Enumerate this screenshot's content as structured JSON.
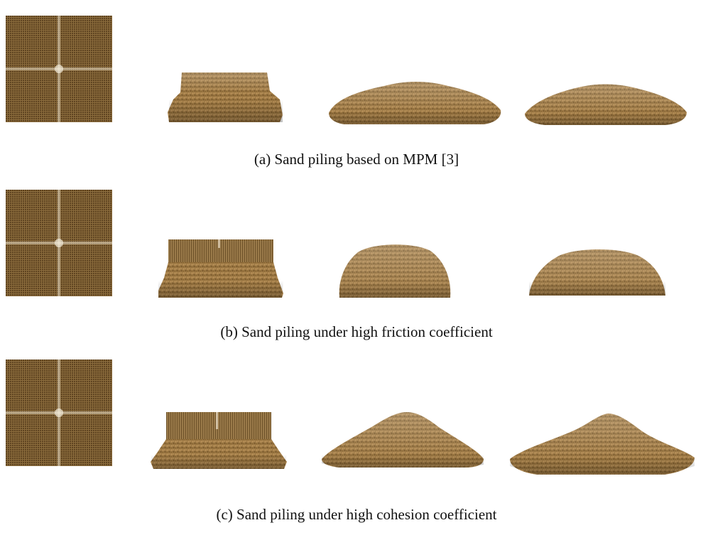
{
  "figure": {
    "rows": [
      {
        "id": "a",
        "caption": "(a) Sand piling based on MPM [3]",
        "panels": [
          "top-view",
          "slab-rough",
          "mound-wide",
          "mound-wide-spread"
        ]
      },
      {
        "id": "b",
        "caption": "(b) Sand piling under high friction coefficient",
        "panels": [
          "top-view",
          "block-collapsing",
          "dome-high",
          "dome-low"
        ]
      },
      {
        "id": "c",
        "caption": "(c) Sand piling under high cohesion coefficient",
        "panels": [
          "top-view",
          "block-spreading",
          "cone-medium",
          "cone-wide"
        ]
      }
    ],
    "colors": {
      "sand_light": "#b08a52",
      "sand_mid": "#8f6b38",
      "sand_dark": "#6b4e26",
      "grid_cross": "#e8dcc4"
    }
  }
}
